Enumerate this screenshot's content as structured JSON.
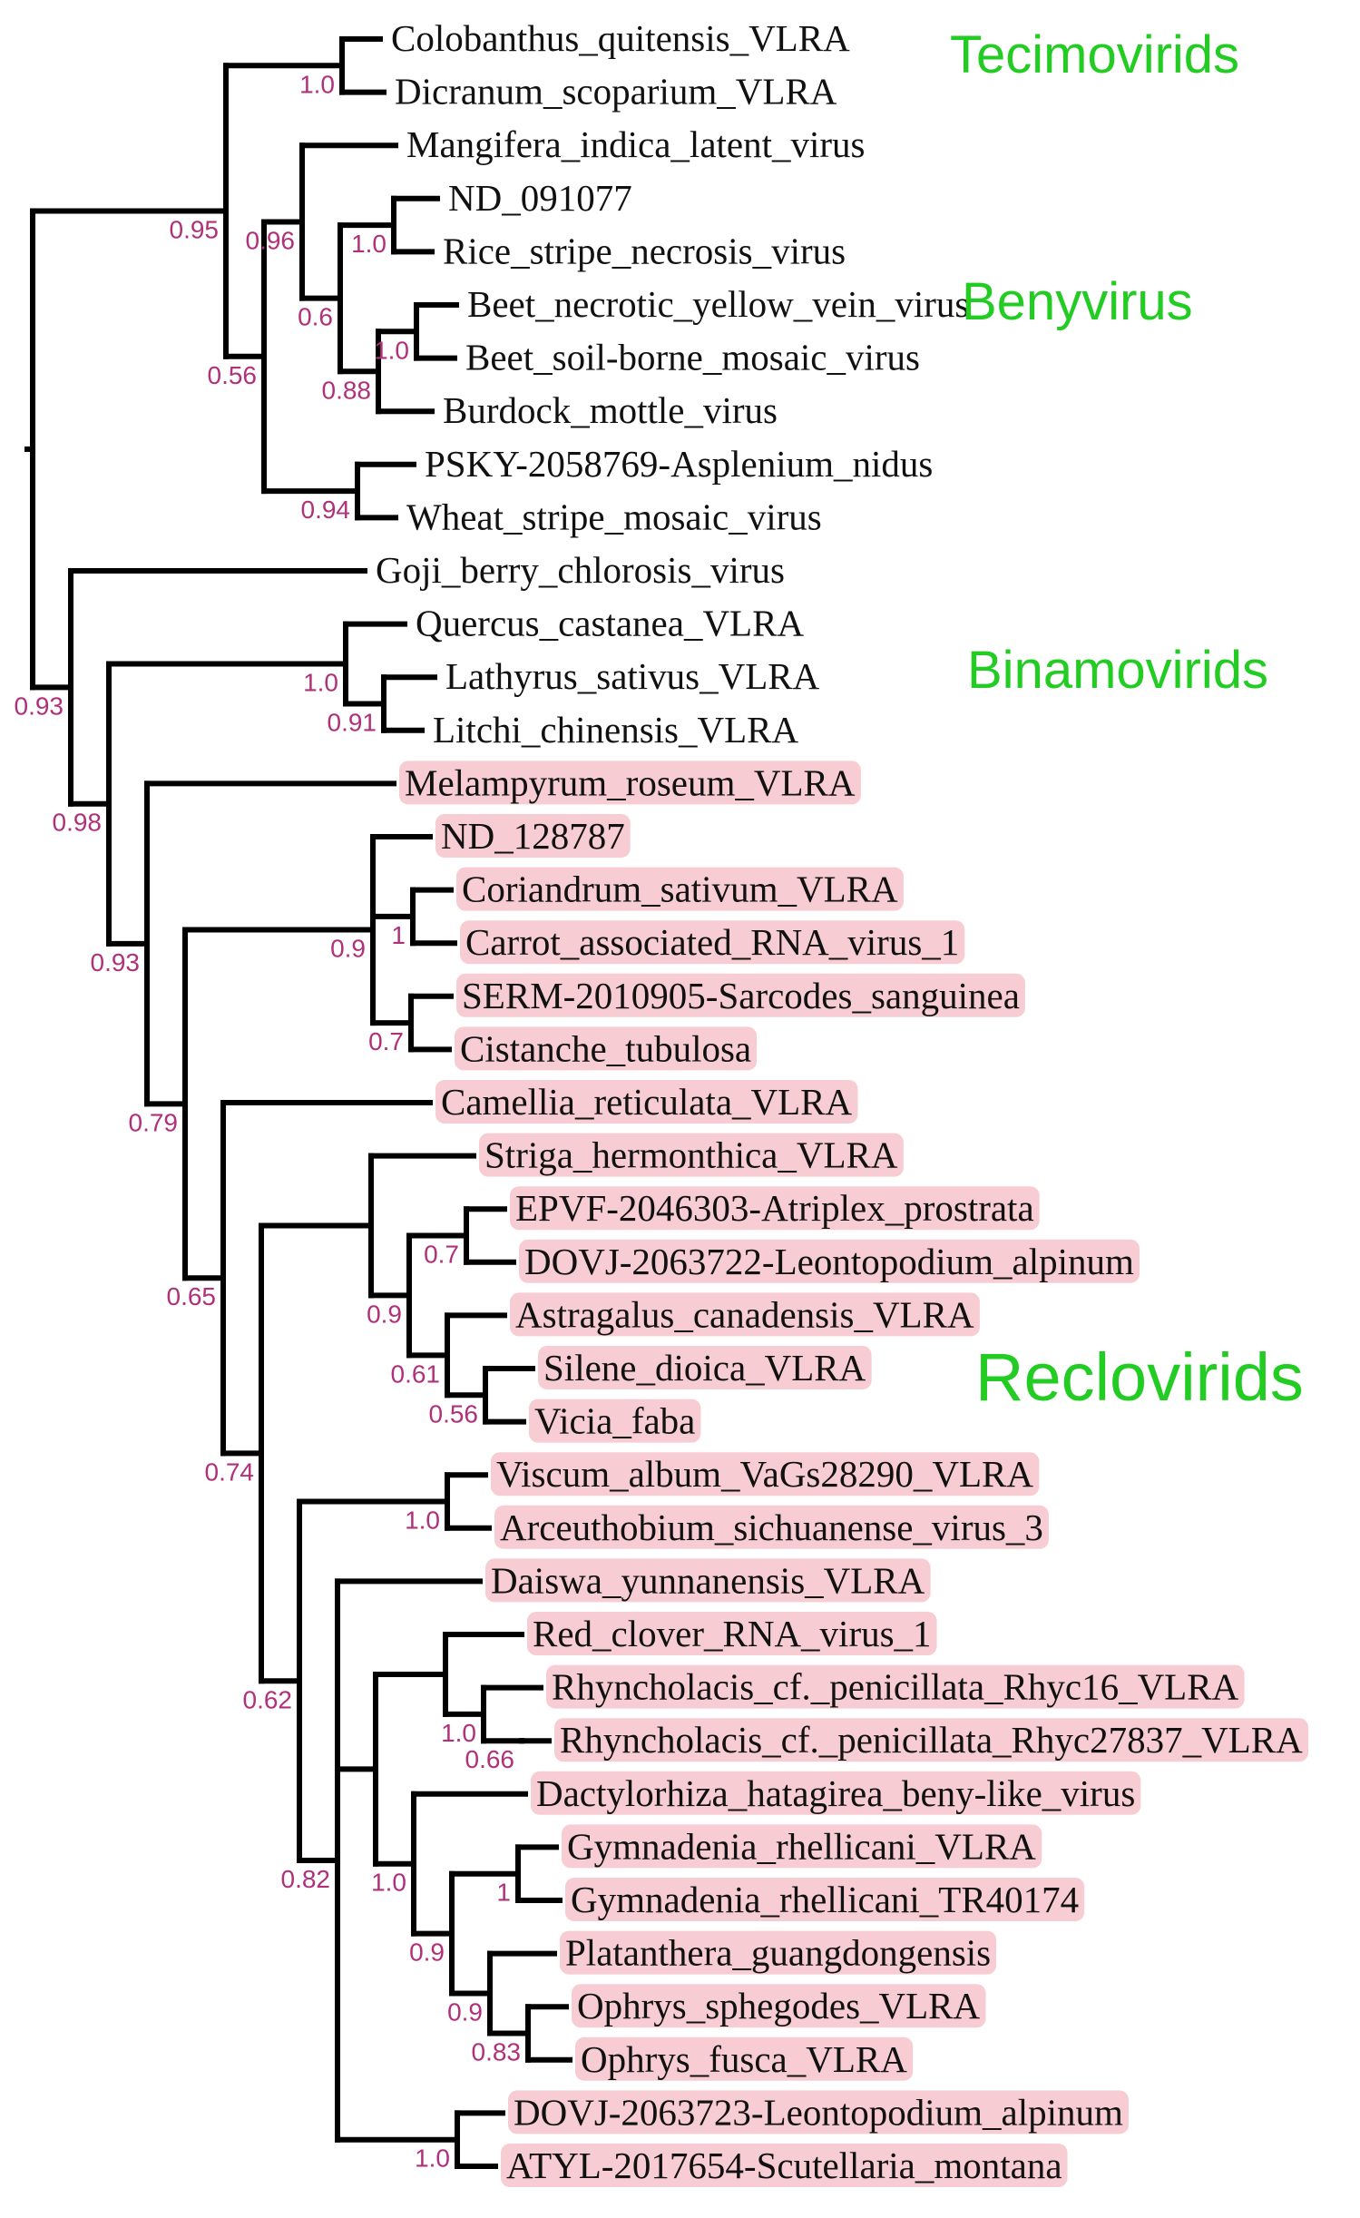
{
  "colors": {
    "highlight": "#f7cdd3",
    "support": "#b0317a",
    "group": "#22cc22",
    "branch": "#000000"
  },
  "groups": [
    {
      "id": "tecimovirids",
      "label": "Tecimovirids"
    },
    {
      "id": "benyvirus",
      "label": "Benyvirus"
    },
    {
      "id": "binamovirids",
      "label": "Binamovirids"
    },
    {
      "id": "reclovirids",
      "label": "Reclovirids"
    }
  ],
  "tree": {
    "c": [
      {
        "s": "0.95",
        "c": [
          {
            "s": "1.0",
            "c": [
              {
                "n": "Colobanthus_quitensis_VLRA"
              },
              {
                "n": "Dicranum_scoparium_VLRA"
              }
            ]
          },
          {
            "s": "0.56",
            "c": [
              {
                "s": "0.96",
                "c": [
                  {
                    "n": "Mangifera_indica_latent_virus"
                  },
                  {
                    "s": "0.6",
                    "c": [
                      {
                        "s": "1.0",
                        "c": [
                          {
                            "n": "ND_091077"
                          },
                          {
                            "n": "Rice_stripe_necrosis_virus"
                          }
                        ]
                      },
                      {
                        "s": "0.88",
                        "c": [
                          {
                            "s": "1.0",
                            "c": [
                              {
                                "n": "Beet_necrotic_yellow_vein_virus"
                              },
                              {
                                "n": "Beet_soil-borne_mosaic_virus"
                              }
                            ]
                          },
                          {
                            "n": "Burdock_mottle_virus"
                          }
                        ]
                      }
                    ]
                  }
                ]
              },
              {
                "s": "0.94",
                "c": [
                  {
                    "n": "PSKY-2058769-Asplenium_nidus"
                  },
                  {
                    "n": "Wheat_stripe_mosaic_virus"
                  }
                ]
              }
            ]
          }
        ]
      },
      {
        "s": "0.93",
        "c": [
          {
            "n": "Goji_berry_chlorosis_virus"
          },
          {
            "s": "0.98",
            "c": [
              {
                "s": "1.0",
                "c": [
                  {
                    "n": "Quercus_castanea_VLRA"
                  },
                  {
                    "s": "0.91",
                    "c": [
                      {
                        "n": "Lathyrus_sativus_VLRA"
                      },
                      {
                        "n": "Litchi_chinensis_VLRA"
                      }
                    ]
                  }
                ]
              },
              {
                "s": "0.93",
                "c": [
                  {
                    "n": "Melampyrum_roseum_VLRA",
                    "h": true
                  },
                  {
                    "s": "0.79",
                    "c": [
                      {
                        "s": "0.9",
                        "c": [
                          {
                            "n": "ND_128787",
                            "h": true
                          },
                          {
                            "s": "1",
                            "c": [
                              {
                                "n": "Coriandrum_sativum_VLRA",
                                "h": true
                              },
                              {
                                "n": "Carrot_associated_RNA_virus_1",
                                "h": true
                              }
                            ]
                          },
                          {
                            "s": "0.7",
                            "c": [
                              {
                                "n": "SERM-2010905-Sarcodes_sanguinea",
                                "h": true
                              },
                              {
                                "n": "Cistanche_tubulosa",
                                "h": true
                              }
                            ]
                          }
                        ]
                      },
                      {
                        "s": "0.65",
                        "c": [
                          {
                            "n": "Camellia_reticulata_VLRA",
                            "h": true
                          },
                          {
                            "s": "0.74",
                            "c": [
                              {
                                "c": [
                                  {
                                    "n": "Striga_hermonthica_VLRA",
                                    "h": true
                                  },
                                  {
                                    "s": "0.9",
                                    "c": [
                                      {
                                        "s": "0.7",
                                        "c": [
                                          {
                                            "n": "EPVF-2046303-Atriplex_prostrata",
                                            "h": true
                                          },
                                          {
                                            "n": "DOVJ-2063722-Leontopodium_alpinum",
                                            "h": true
                                          }
                                        ]
                                      },
                                      {
                                        "s": "0.61",
                                        "c": [
                                          {
                                            "n": "Astragalus_canadensis_VLRA",
                                            "h": true
                                          },
                                          {
                                            "s": "0.56",
                                            "c": [
                                              {
                                                "n": "Silene_dioica_VLRA",
                                                "h": true
                                              },
                                              {
                                                "n": "Vicia_faba",
                                                "h": true
                                              }
                                            ]
                                          }
                                        ]
                                      }
                                    ]
                                  }
                                ]
                              },
                              {
                                "s": "0.62",
                                "c": [
                                  {
                                    "s": "1.0",
                                    "c": [
                                      {
                                        "n": "Viscum_album_VaGs28290_VLRA",
                                        "h": true
                                      },
                                      {
                                        "n": "Arceuthobium_sichuanense_virus_3",
                                        "h": true
                                      }
                                    ]
                                  },
                                  {
                                    "s": "0.82",
                                    "c": [
                                      {
                                        "n": "Daiswa_yunnanensis_VLRA",
                                        "h": true
                                      },
                                      {
                                        "c": [
                                          {
                                            "c": [
                                              {
                                                "n": "Red_clover_RNA_virus_1",
                                                "h": true
                                              },
                                              {
                                                "s": "1.0",
                                                "c": [
                                                  {
                                                    "n": "Rhyncholacis_cf._penicillata_Rhyc16_VLRA",
                                                    "h": true
                                                  },
                                                  {
                                                    "s": "0.66",
                                                    "c": [
                                                      {
                                                        "n": "Rhyncholacis_cf._penicillata_Rhyc27837_VLRA",
                                                        "h": true
                                                      }
                                                    ]
                                                  }
                                                ]
                                              }
                                            ]
                                          },
                                          {
                                            "s": "1.0",
                                            "c": [
                                              {
                                                "n": "Dactylorhiza_hatagirea_beny-like_virus",
                                                "h": true
                                              },
                                              {
                                                "s": "0.9",
                                                "c": [
                                                  {
                                                    "s": "1",
                                                    "c": [
                                                      {
                                                        "n": "Gymnadenia_rhellicani_VLRA",
                                                        "h": true
                                                      },
                                                      {
                                                        "n": "Gymnadenia_rhellicani_TR40174",
                                                        "h": true
                                                      }
                                                    ]
                                                  },
                                                  {
                                                    "s": "0.9",
                                                    "c": [
                                                      {
                                                        "n": "Platanthera_guangdongensis",
                                                        "h": true
                                                      },
                                                      {
                                                        "s": "0.83",
                                                        "c": [
                                                          {
                                                            "n": "Ophrys_sphegodes_VLRA",
                                                            "h": true
                                                          },
                                                          {
                                                            "n": "Ophrys_fusca_VLRA",
                                                            "h": true
                                                          }
                                                        ]
                                                      }
                                                    ]
                                                  }
                                                ]
                                              }
                                            ]
                                          }
                                        ]
                                      },
                                      {
                                        "s": "1.0",
                                        "c": [
                                          {
                                            "n": "DOVJ-2063723-Leontopodium_alpinum",
                                            "h": true
                                          },
                                          {
                                            "n": "ATYL-2017654-Scutellaria_montana",
                                            "h": true
                                          }
                                        ]
                                      }
                                    ]
                                  }
                                ]
                              }
                            ]
                          }
                        ]
                      }
                    ]
                  }
                ]
              }
            ]
          }
        ]
      }
    ]
  }
}
